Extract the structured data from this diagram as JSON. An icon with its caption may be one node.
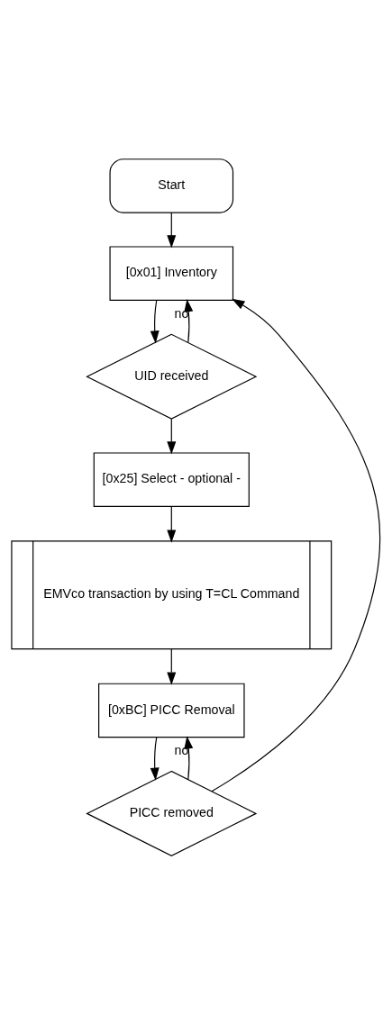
{
  "diagram": {
    "nodes": [
      {
        "text": [
          "Start"
        ]
      },
      {
        "text": [
          "[0x01] Inventory"
        ]
      },
      {
        "text": [
          "UID received"
        ]
      },
      {
        "text": [
          "[0x25] Select - optional -"
        ]
      },
      {
        "text": [
          "EMVco transaction by using T=CL Command"
        ]
      },
      {
        "text": [
          "[0xBC] PICC Removal"
        ]
      },
      {
        "text": [
          "PICC removed"
        ]
      }
    ],
    "edges": [
      {
        "from": 0,
        "to": 1,
        "arrow": "to"
      },
      {
        "from": 1,
        "to": 2,
        "arrow": "to"
      },
      {
        "from": 2,
        "to": 1,
        "arrow": "to",
        "label": "no"
      },
      {
        "from": 2,
        "to": 3,
        "arrow": "to"
      },
      {
        "from": 3,
        "to": 4,
        "arrow": "to"
      },
      {
        "from": 4,
        "to": 5,
        "arrow": "to"
      },
      {
        "from": 5,
        "to": 6,
        "arrow": "to"
      },
      {
        "from": 6,
        "to": 5,
        "arrow": "to",
        "label": "no"
      },
      {
        "from": 6,
        "to": 1,
        "arrow": "to"
      }
    ]
  }
}
